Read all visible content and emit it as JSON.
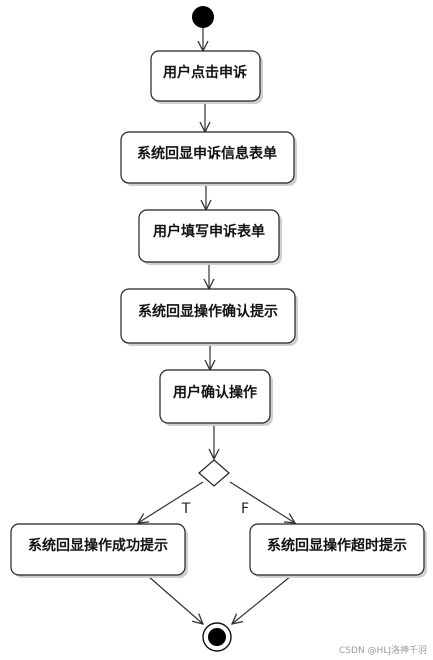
{
  "diagram": {
    "nodes": {
      "user_click_appeal": "用户点击申诉",
      "system_show_appeal_info": "系统回显申诉信息表单",
      "user_fill_form": "用户填写申诉表单",
      "system_show_confirm_prompt": "系统回显操作确认提示",
      "user_confirm": "用户确认操作",
      "system_show_success": "系统回显操作成功提示",
      "system_show_timeout": "系统回显操作超时提示"
    },
    "guards": {
      "true_branch": "T",
      "false_branch": "F"
    },
    "colors": {
      "stroke": "#222222",
      "fill": "#ffffff",
      "shadow": "#cfcfcf",
      "node_text": "#111111"
    }
  },
  "watermark": "CSDN @HLJ洛神千羽"
}
